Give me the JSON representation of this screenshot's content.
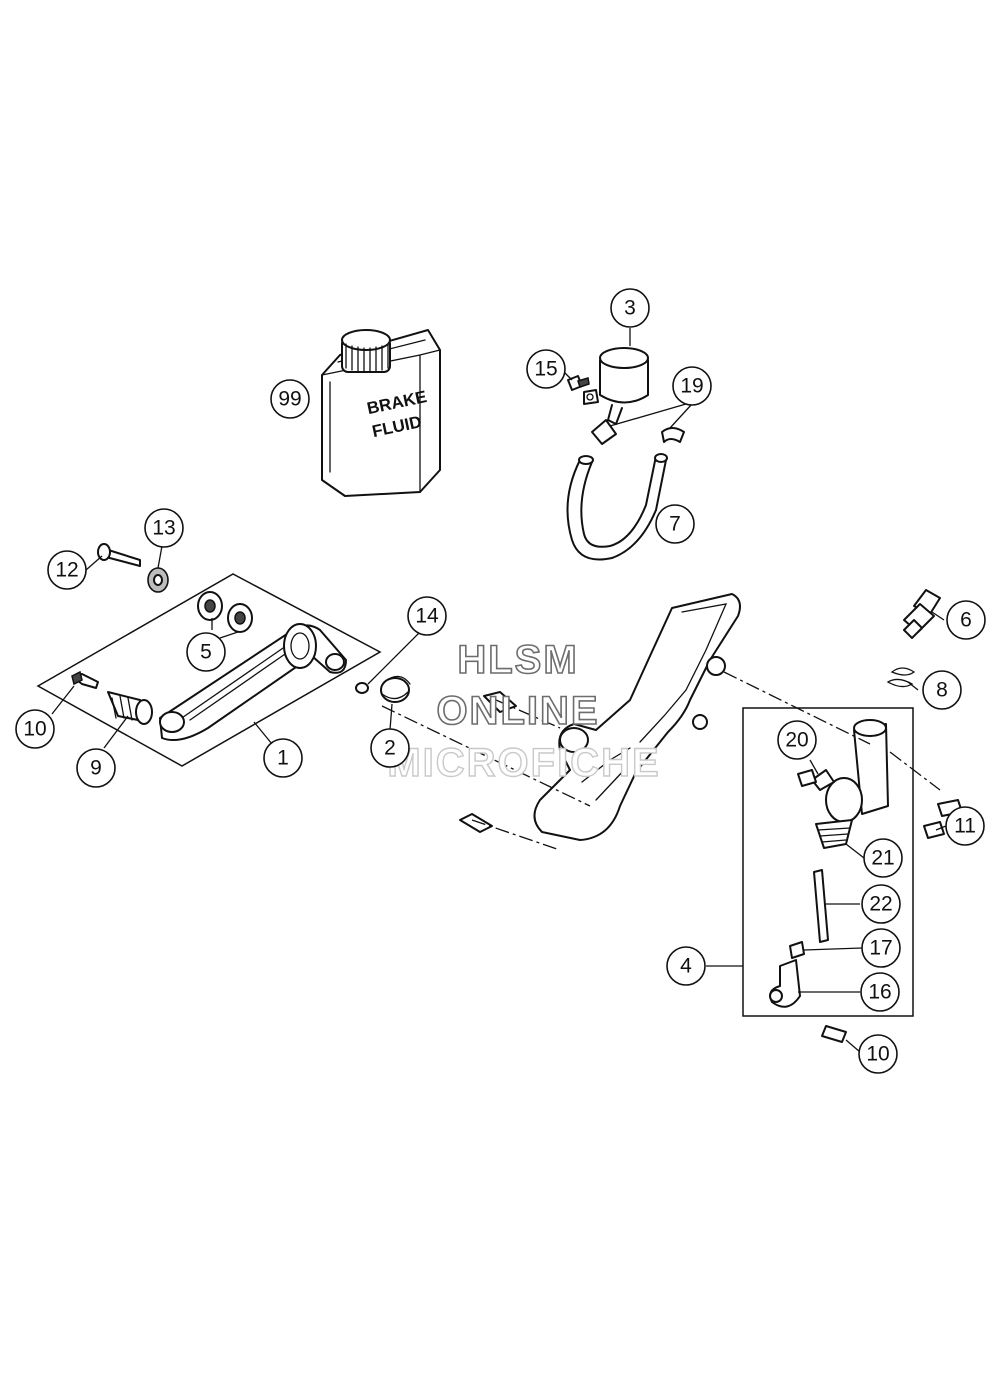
{
  "can_label": {
    "line1": "BRAKE",
    "line2": "FLUID"
  },
  "watermark": {
    "line1": "HLSM",
    "line2": "ONLINE",
    "line3": "MICROFICHE"
  },
  "callouts": {
    "c99": "99",
    "c3": "3",
    "c15": "15",
    "c19": "19",
    "c7": "7",
    "c13": "13",
    "c12": "12",
    "c5": "5",
    "c14": "14",
    "c10a": "10",
    "c9": "9",
    "c1": "1",
    "c2": "2",
    "c6": "6",
    "c8": "8",
    "c20": "20",
    "c11": "11",
    "c21": "21",
    "c22": "22",
    "c4": "4",
    "c17": "17",
    "c16": "16",
    "c10b": "10"
  },
  "colors": {
    "line": "#111111",
    "watermark_dark": "#6d6d6d",
    "watermark_light": "#c9c9c9"
  }
}
